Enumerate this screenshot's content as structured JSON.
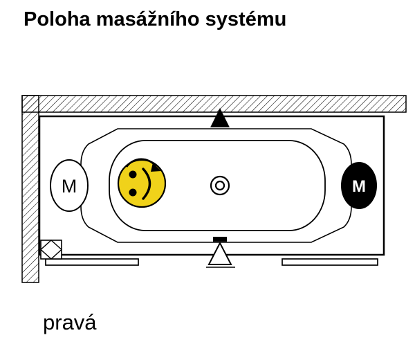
{
  "title": "Poloha masážního systému",
  "caption": "pravá",
  "diagram": {
    "left_motor_label": "M",
    "right_motor_label": "M"
  },
  "colors": {
    "ink": "#000000",
    "smiley_yellow": "#f0d21a",
    "background": "#ffffff"
  }
}
